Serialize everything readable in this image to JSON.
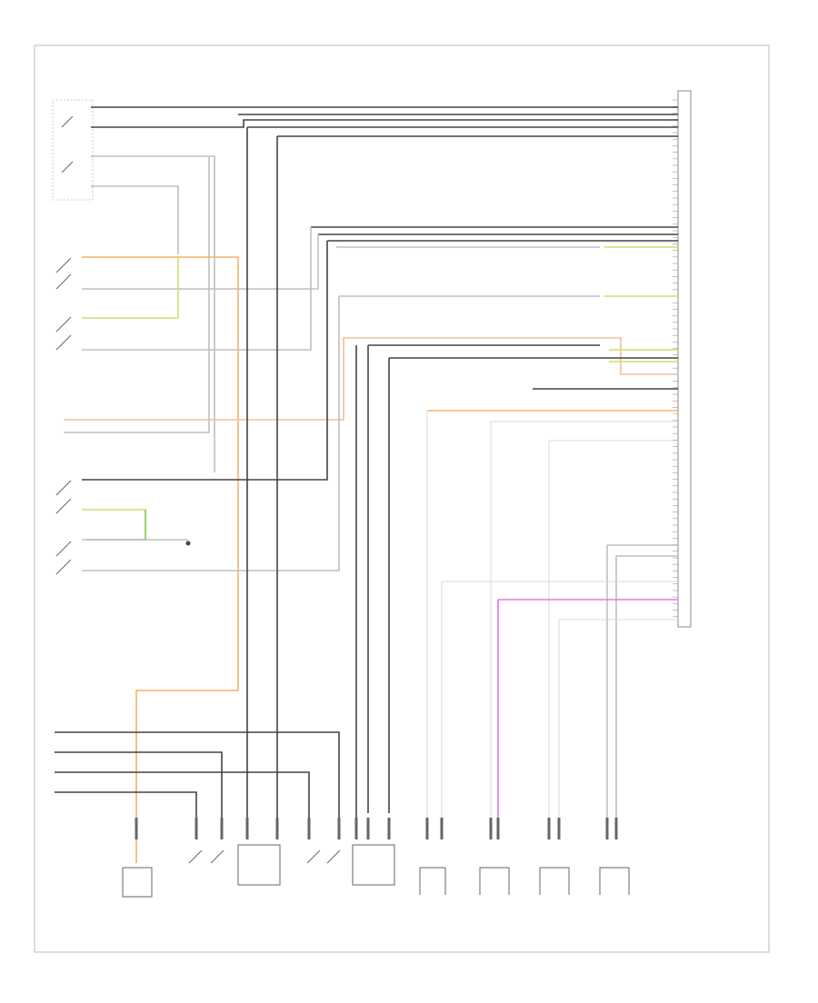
{
  "diagram": {
    "frame_label": "",
    "footer_code": "",
    "colors": {
      "black": "#444444",
      "gray": "#bfbfbf",
      "light_gray": "#d9d9d9",
      "orange": "#f2b36b",
      "yellow_green": "#d9d96b",
      "green": "#7ac943",
      "violet": "#e07ae0",
      "salmon": "#f4c09a"
    },
    "components": [
      {
        "id": "driver-door-switch",
        "label": ""
      },
      {
        "id": "passenger-door-switch",
        "label": ""
      },
      {
        "id": "left-rear-door-switch",
        "label": ""
      },
      {
        "id": "driver-door-lock-unit",
        "label": ""
      },
      {
        "id": "passenger-door-lock-unit",
        "label": ""
      },
      {
        "id": "right-rear-door-lock-unit",
        "label": ""
      },
      {
        "id": "connector-1",
        "label": ""
      },
      {
        "id": "connector-2",
        "label": ""
      },
      {
        "id": "connector-3",
        "label": ""
      },
      {
        "id": "connector-4",
        "label": ""
      },
      {
        "id": "control-module",
        "label": ""
      }
    ]
  }
}
